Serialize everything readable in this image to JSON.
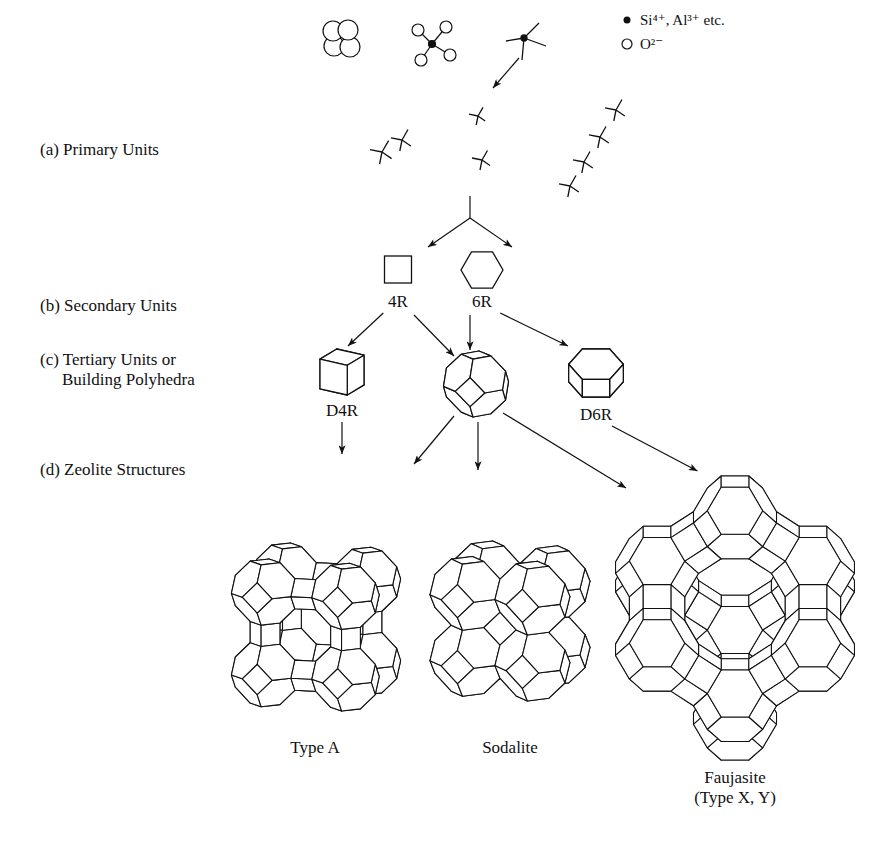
{
  "diagram": {
    "nodes": [
      {
        "text": [
          "4R"
        ]
      },
      {
        "text": [
          "6R"
        ]
      },
      {
        "text": [
          "D4R"
        ]
      },
      {
        "text": [
          "D6R"
        ]
      },
      {
        "text": [
          "Type A"
        ]
      },
      {
        "text": [
          "Sodalite"
        ]
      },
      {
        "text": [
          "Faujasite (Type X, Y)"
        ]
      }
    ],
    "edges": [
      {
        "from": 0,
        "to": 2,
        "arrow": "to"
      },
      {
        "from": 1,
        "to": 3,
        "arrow": "to"
      },
      {
        "from": 2,
        "to": 4,
        "arrow": "to"
      },
      {
        "from": 3,
        "to": 6,
        "arrow": "to"
      }
    ],
    "labels": [
      "(a) Primary Units",
      "(b) Secondary Units",
      "(c) Tertiary Units or Building Polyhedra",
      "(d) Zeolite Structures"
    ],
    "legend": [
      {
        "text": "Si⁴⁺, Al³⁺ etc."
      },
      {
        "text": "O²⁻"
      }
    ]
  }
}
